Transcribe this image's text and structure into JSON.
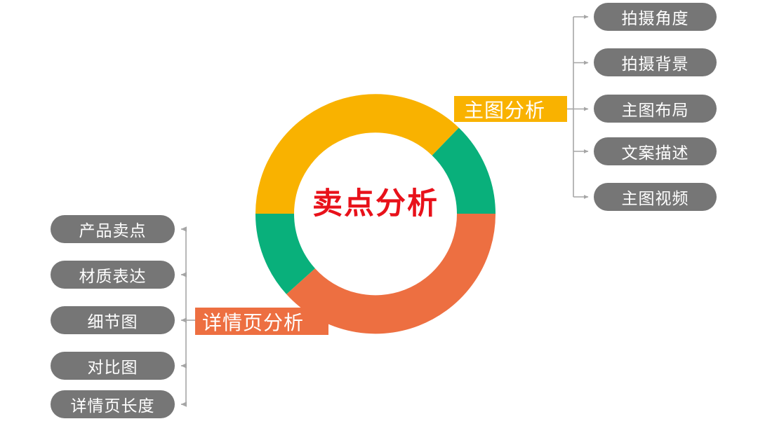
{
  "center": {
    "title": "卖点分析",
    "color": "#e8111a"
  },
  "branches": {
    "main": {
      "banner_label": "主图分析",
      "banner_color": "#f9b200",
      "items": [
        {
          "label": "拍摄角度"
        },
        {
          "label": "拍摄背景"
        },
        {
          "label": "主图布局"
        },
        {
          "label": "文案描述"
        },
        {
          "label": "主图视频"
        }
      ]
    },
    "detail": {
      "banner_label": "详情页分析",
      "banner_color": "#ed6f41",
      "items": [
        {
          "label": "产品卖点"
        },
        {
          "label": "材质表达"
        },
        {
          "label": "细节图"
        },
        {
          "label": "对比图"
        },
        {
          "label": "详情页长度"
        }
      ]
    }
  },
  "ring": {
    "segments": [
      {
        "name": "main-analysis-arc",
        "color": "#f9b200"
      },
      {
        "name": "upper-right-arc",
        "color": "#09b07b"
      },
      {
        "name": "lower-left-arc",
        "color": "#09b07b"
      },
      {
        "name": "detail-analysis-arc",
        "color": "#ed6f41"
      }
    ],
    "pill_color": "#767676",
    "connector_color": "#a6a6a6"
  }
}
